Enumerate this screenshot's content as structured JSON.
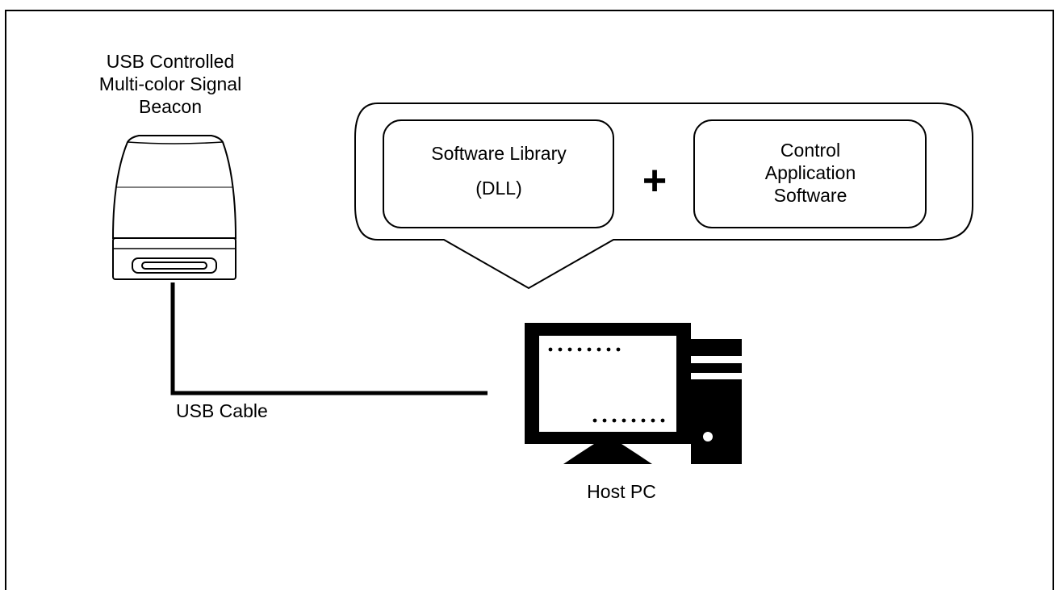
{
  "beacon": {
    "title_lines": [
      "USB Controlled",
      "Multi-color Signal",
      "Beacon"
    ]
  },
  "callout": {
    "library_lines": [
      "Software Library",
      "(DLL)"
    ],
    "operator": "+",
    "application_lines": [
      "Control",
      "Application",
      "Software"
    ]
  },
  "cable": {
    "label": "USB Cable"
  },
  "host": {
    "label": "Host PC"
  }
}
